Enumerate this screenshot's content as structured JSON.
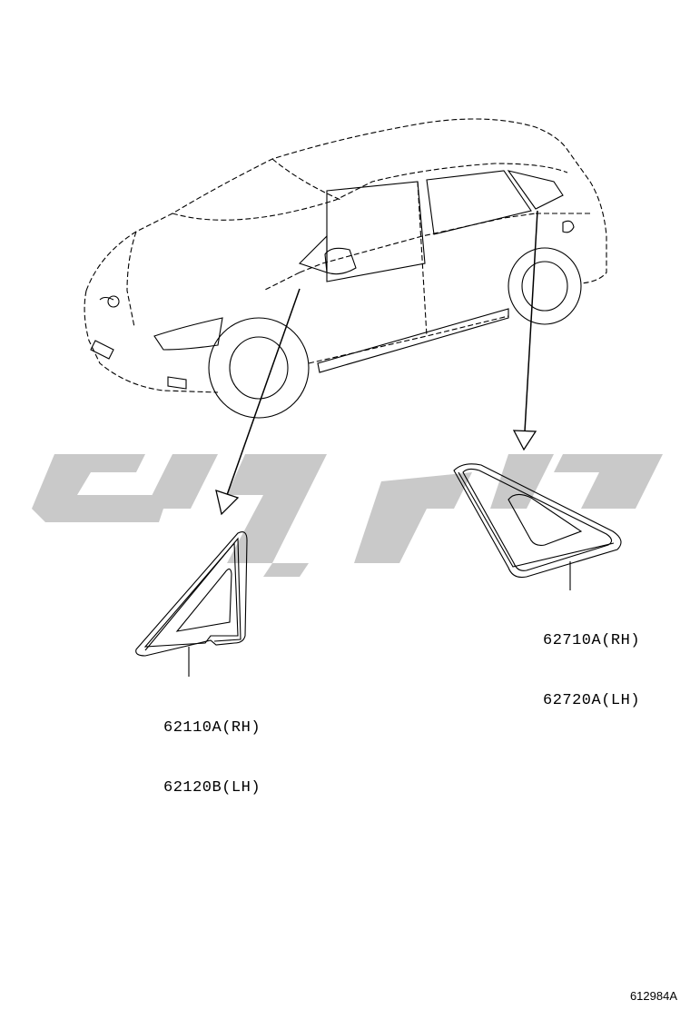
{
  "diagram": {
    "watermark_text": "یدکی",
    "parts": [
      {
        "id": "front-quarter-window",
        "codes": [
          "62110A(RH)",
          "62120B(LH)"
        ]
      },
      {
        "id": "rear-quarter-window",
        "codes": [
          "62710A(RH)",
          "62720A(LH)"
        ]
      }
    ],
    "diagram_id": "612984A"
  }
}
